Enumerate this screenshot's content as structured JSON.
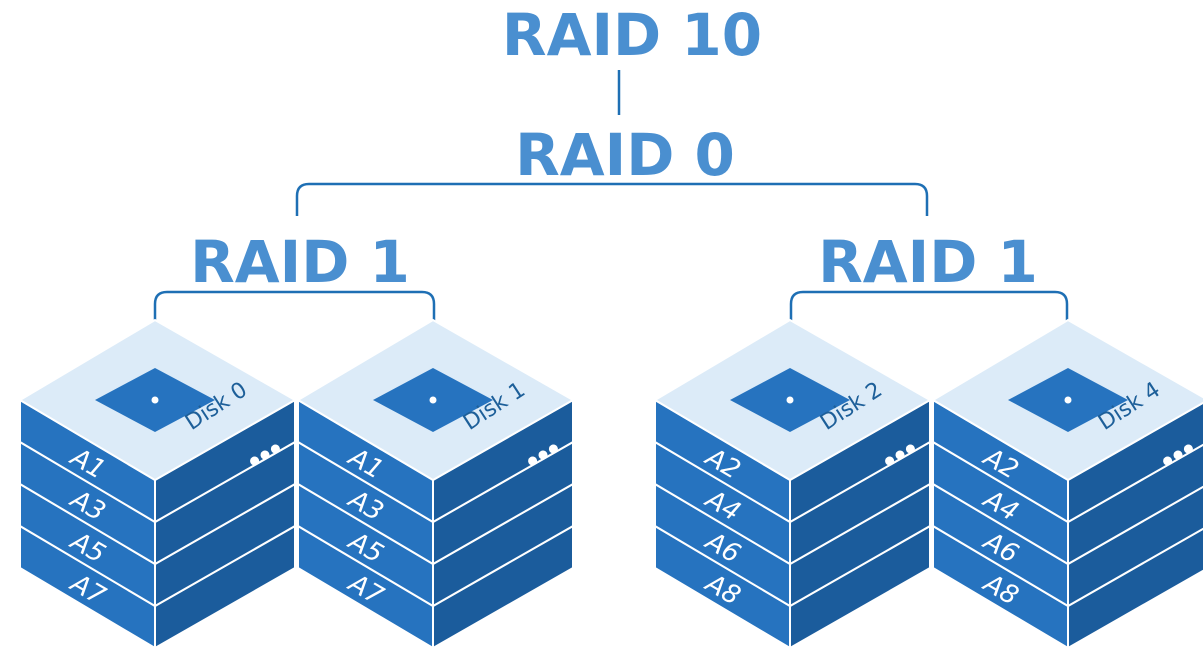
{
  "titles": {
    "raid10": "RAID 10",
    "raid0": "RAID 0",
    "raid1_left": "RAID 1",
    "raid1_right": "RAID 1"
  },
  "colors": {
    "title": "#4a8fd0",
    "connector": "#1e6fb4",
    "disk_top": "#dcebf8",
    "disk_top_pad": "#2673bf",
    "disk_front": "#2673bf",
    "disk_side": "#1b5c9c",
    "block_edge": "#ffffff"
  },
  "disks": [
    {
      "label": "Disk 0",
      "blocks": [
        "A1",
        "A3",
        "A5",
        "A7"
      ],
      "icon": "dots-icon"
    },
    {
      "label": "Disk 1",
      "blocks": [
        "A1",
        "A3",
        "A5",
        "A7"
      ],
      "icon": "dots-icon"
    },
    {
      "label": "Disk 2",
      "blocks": [
        "A2",
        "A4",
        "A6",
        "A8"
      ],
      "icon": "dots-icon"
    },
    {
      "label": "Disk 4",
      "blocks": [
        "A2",
        "A4",
        "A6",
        "A8"
      ],
      "icon": "dots-icon"
    }
  ]
}
